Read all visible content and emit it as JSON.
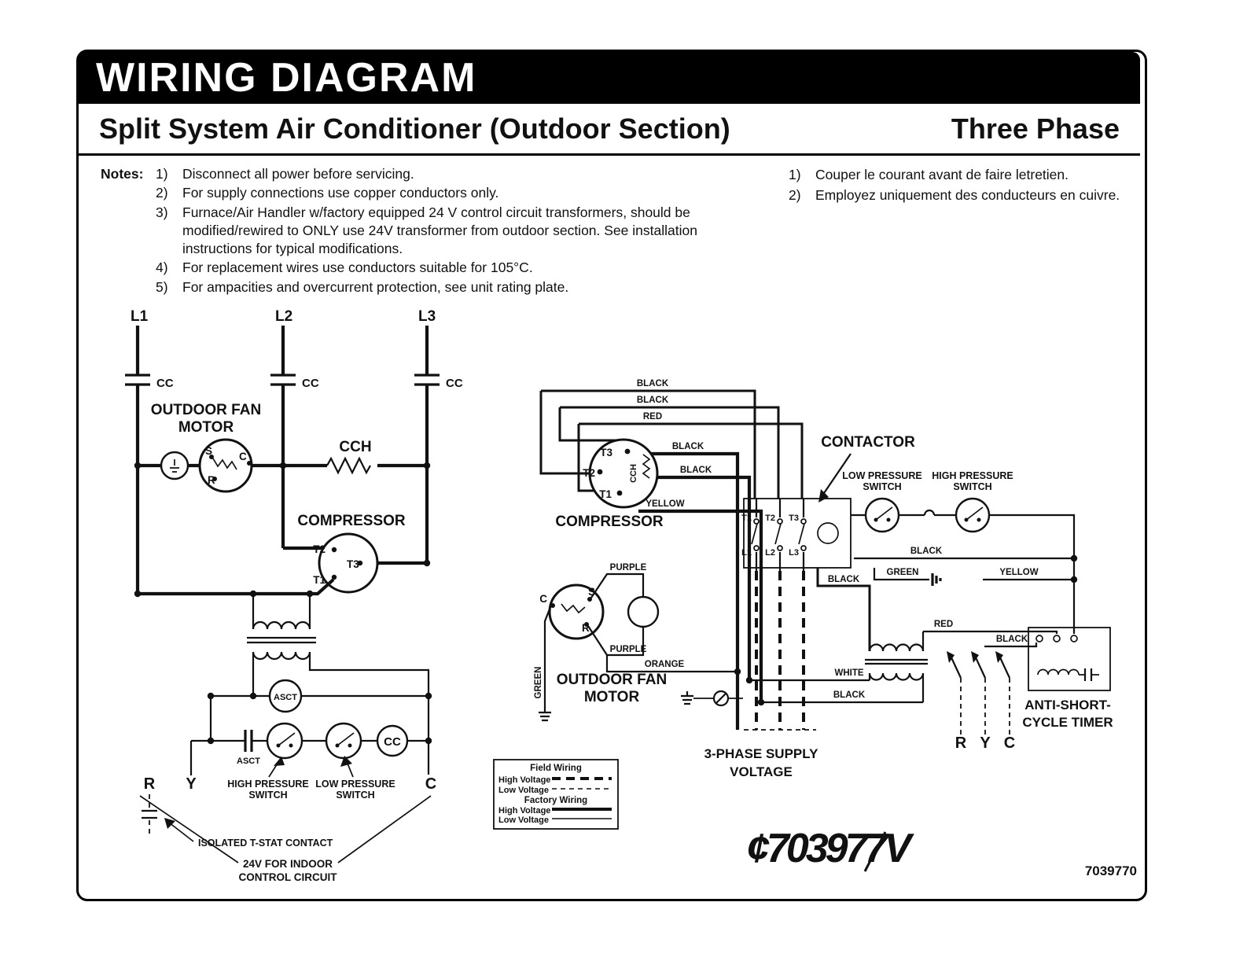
{
  "header": {
    "title": "WIRING DIAGRAM",
    "subtitle": "Split System Air Conditioner (Outdoor Section)",
    "phase": "Three Phase"
  },
  "notes": {
    "label": "Notes:",
    "en": [
      {
        "num": "1)",
        "text": "Disconnect all power before servicing."
      },
      {
        "num": "2)",
        "text": "For supply connections use copper conductors only."
      },
      {
        "num": "3)",
        "text": "Furnace/Air Handler w/factory equipped 24 V control circuit transformers, should be modified/rewired to ONLY use 24V transformer from outdoor section. See installation instructions for typical modifications."
      },
      {
        "num": "4)",
        "text": "For replacement wires use conductors suitable for 105°C."
      },
      {
        "num": "5)",
        "text": "For ampacities and overcurrent protection, see unit rating plate."
      }
    ],
    "fr": [
      {
        "num": "1)",
        "text": "Couper le courant avant de faire letretien."
      },
      {
        "num": "2)",
        "text": "Employez uniquement des conducteurs en cuivre."
      }
    ]
  },
  "labels": {
    "l1": "L1",
    "l2": "L2",
    "l3": "L3",
    "cc": "CC",
    "outdoor_fan": "OUTDOOR FAN",
    "motor": "MOTOR",
    "s": "S",
    "c": "C",
    "r": "R",
    "cch": "CCH",
    "compressor": "COMPRESSOR",
    "t1": "T1",
    "t2": "T2",
    "t3": "T3",
    "asct": "ASCT",
    "high_pressure": "HIGH PRESSURE",
    "low_pressure": "LOW PRESSURE",
    "switch": "SWITCH",
    "y": "Y",
    "isolated_tstat": "ISOLATED T-STAT CONTACT",
    "v24_line1": "24V FOR INDOOR",
    "v24_line2": "CONTROL CIRCUIT",
    "black": "BLACK",
    "red": "RED",
    "yellow": "YELLOW",
    "green": "GREEN",
    "white": "WHITE",
    "purple": "PURPLE",
    "orange": "ORANGE",
    "contactor": "CONTACTOR",
    "phase_supply1": "3-PHASE SUPPLY",
    "phase_supply2": "VOLTAGE",
    "timer1": "ANTI-SHORT-",
    "timer2": "CYCLE TIMER"
  },
  "legend": {
    "field_wiring": "Field Wiring",
    "factory_wiring": "Factory Wiring",
    "high_voltage": "High Voltage",
    "low_voltage": "Low Voltage"
  },
  "footer": {
    "logo": "¢703977V",
    "part_number": "7039770"
  }
}
